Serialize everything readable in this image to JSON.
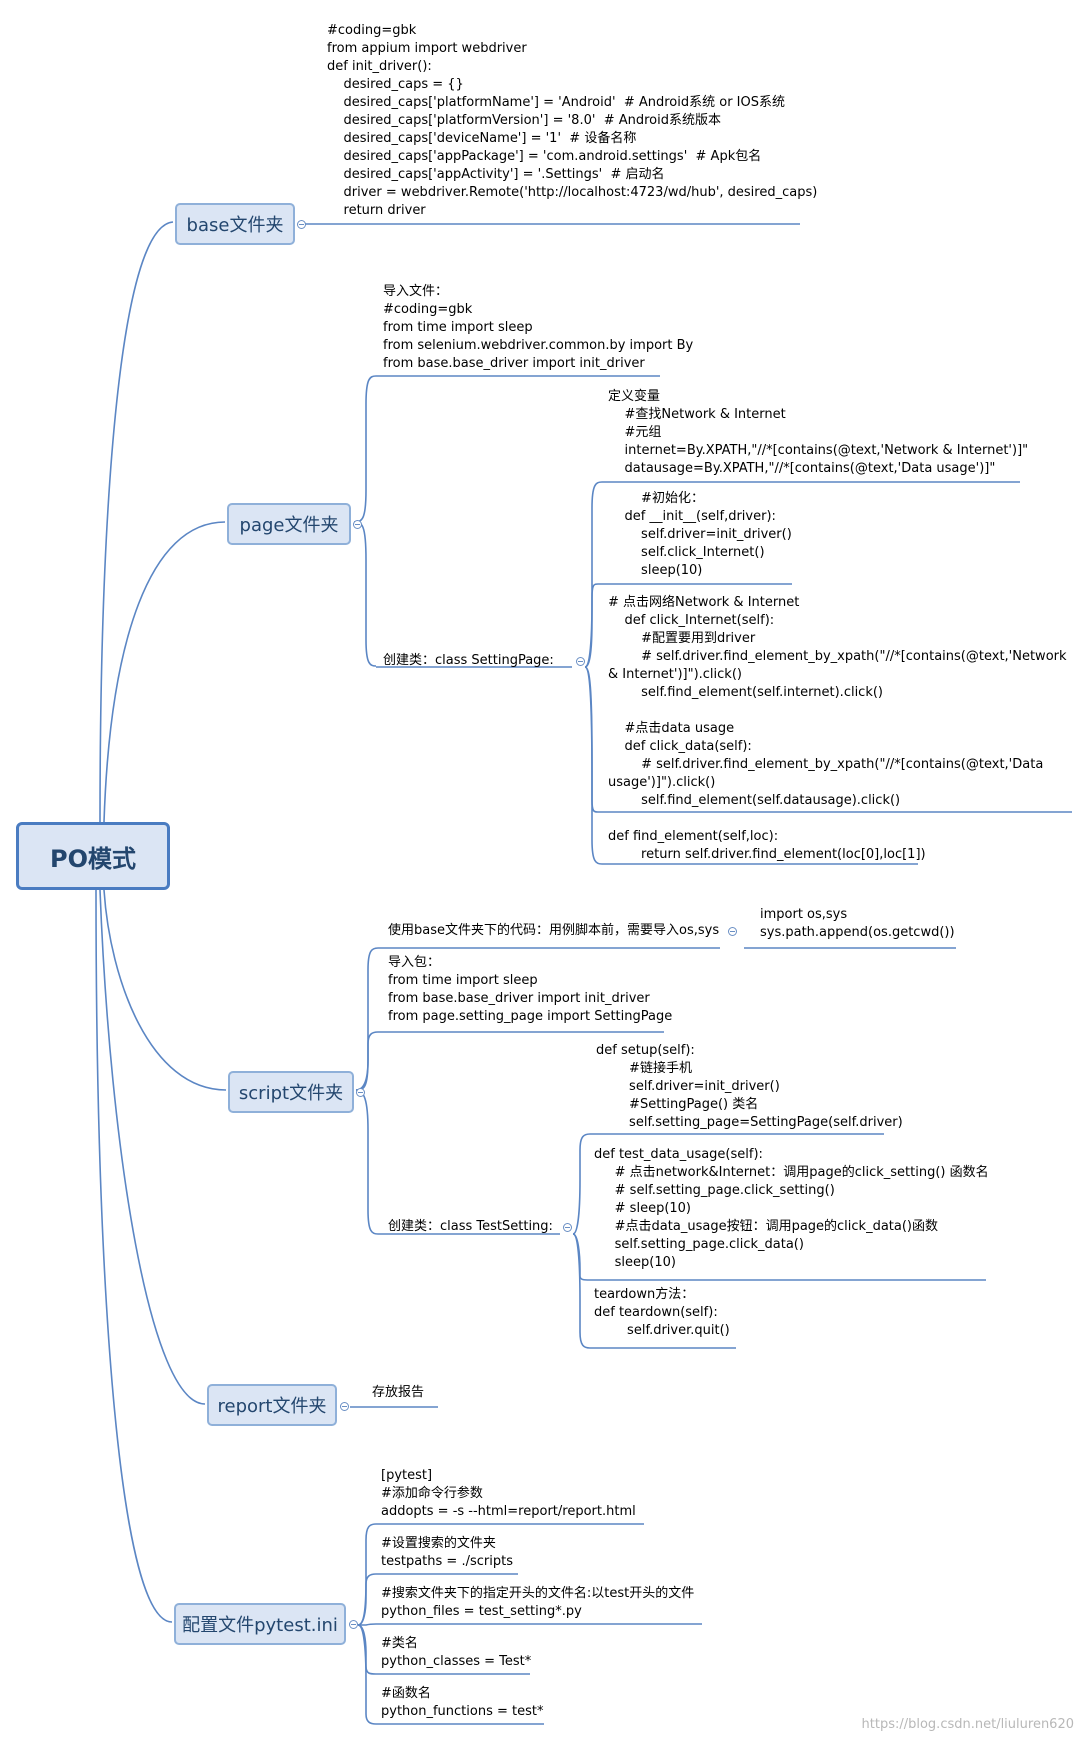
{
  "root": {
    "title": "PO模式"
  },
  "branches": {
    "base": {
      "label": "base文件夹",
      "code": "#coding=gbk\nfrom appium import webdriver\ndef init_driver():\n    desired_caps = {}\n    desired_caps['platformName'] = 'Android'  # Android系统 or IOS系统\n    desired_caps['platformVersion'] = '8.0'  # Android系统版本\n    desired_caps['deviceName'] = '1'  # 设备名称\n    desired_caps['appPackage'] = 'com.android.settings'  # Apk包名\n    desired_caps['appActivity'] = '.Settings'  # 启动名\n    driver = webdriver.Remote('http://localhost:4723/wd/hub', desired_caps)\n    return driver"
    },
    "page": {
      "label": "page文件夹",
      "imports": "导入文件：\n#coding=gbk\nfrom time import sleep\nfrom selenium.webdriver.common.by import By\nfrom base.base_driver import init_driver",
      "class_label": "创建类：class SettingPage:",
      "vars": "定义变量\n    #查找Network & Internet\n    #元组\n    internet=By.XPATH,\"//*[contains(@text,'Network & Internet')]\"\n    datausage=By.XPATH,\"//*[contains(@text,'Data usage')]\"",
      "init": "        #初始化：\n    def __init__(self,driver):\n        self.driver=init_driver()\n        self.click_Internet()\n        sleep(10)",
      "clicks": "# 点击网络Network & Internet\n    def click_Internet(self):\n        #配置要用到driver\n        # self.driver.find_element_by_xpath(\"//*[contains(@text,'Network & Internet')]\").click()\n        self.find_element(self.internet).click()\n\n    #点击data usage\n    def click_data(self):\n        # self.driver.find_element_by_xpath(\"//*[contains(@text,'Data usage')]\").click()\n        self.find_element(self.datausage).click()",
      "find": "def find_element(self,loc):\n        return self.driver.find_element(loc[0],loc[1])"
    },
    "script": {
      "label": "script文件夹",
      "base_usage": "使用base文件夹下的代码：用例脚本前，需要导入os,sys",
      "os_code": "import os,sys\nsys.path.append(os.getcwd())",
      "imports": "导入包：\nfrom time import sleep\nfrom base.base_driver import init_driver\nfrom page.setting_page import SettingPage",
      "class_label": "创建类：class TestSetting:",
      "setup": "def setup(self):\n        #链接手机\n        self.driver=init_driver()\n        #SettingPage() 类名\n        self.setting_page=SettingPage(self.driver)",
      "test": "def test_data_usage(self):\n     # 点击network&Internet：调用page的click_setting() 函数名\n     # self.setting_page.click_setting()\n     # sleep(10)\n     #点击data_usage按钮：调用page的click_data()函数\n     self.setting_page.click_data()\n     sleep(10)",
      "teardown": "teardown方法：\ndef teardown(self):\n        self.driver.quit()"
    },
    "report": {
      "label": "report文件夹",
      "note": "存放报告"
    },
    "config": {
      "label": "配置文件pytest.ini",
      "block1": "[pytest]\n#添加命令行参数\naddopts = -s --html=report/report.html",
      "block2": "#设置搜索的文件夹\ntestpaths = ./scripts",
      "block3": "#搜索文件夹下的指定开头的文件名:以test开头的文件\npython_files = test_setting*.py",
      "block4": "#类名\npython_classes = Test*",
      "block5": "#函数名\npython_functions = test*"
    }
  },
  "watermark": "https://blog.csdn.net/liuluren620"
}
